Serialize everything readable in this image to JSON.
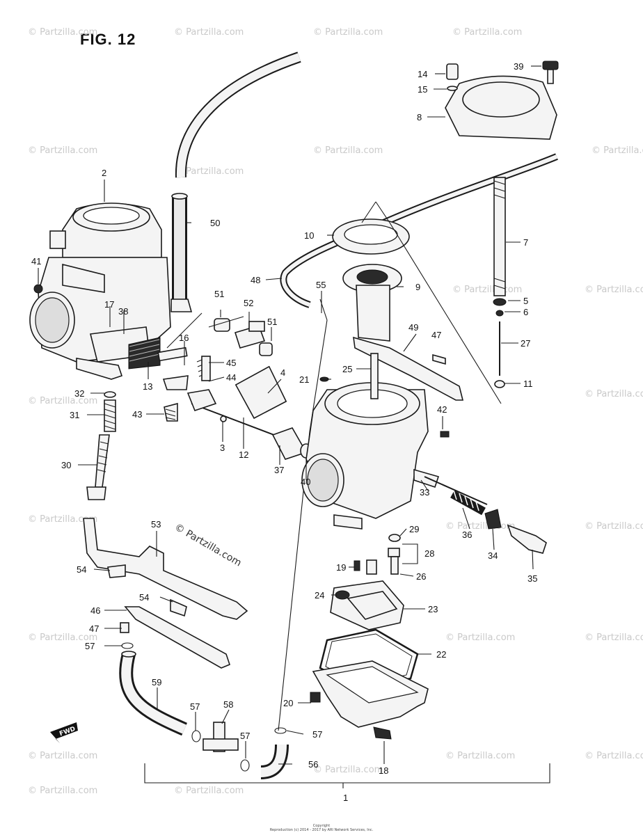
{
  "figure_title": "FIG. 12",
  "watermark": "© Partzilla.com",
  "fwd_label": "FWD",
  "copyright": [
    "Copyright",
    "Reproduction (c) 2014 - 2017 by ARI Network Services, Inc."
  ],
  "callouts": [
    "1",
    "2",
    "3",
    "4",
    "5",
    "6",
    "7",
    "8",
    "9",
    "10",
    "11",
    "12",
    "13",
    "14",
    "15",
    "16",
    "17",
    "18",
    "19",
    "20",
    "21",
    "22",
    "23",
    "24",
    "25",
    "26",
    "27",
    "28",
    "29",
    "30",
    "31",
    "32",
    "33",
    "34",
    "35",
    "36",
    "37",
    "38",
    "39",
    "40",
    "41",
    "42",
    "43",
    "44",
    "45",
    "46",
    "47",
    "47",
    "48",
    "49",
    "50",
    "51",
    "51",
    "52",
    "53",
    "54",
    "54",
    "55",
    "56",
    "57",
    "57",
    "57",
    "57",
    "58",
    "59"
  ]
}
